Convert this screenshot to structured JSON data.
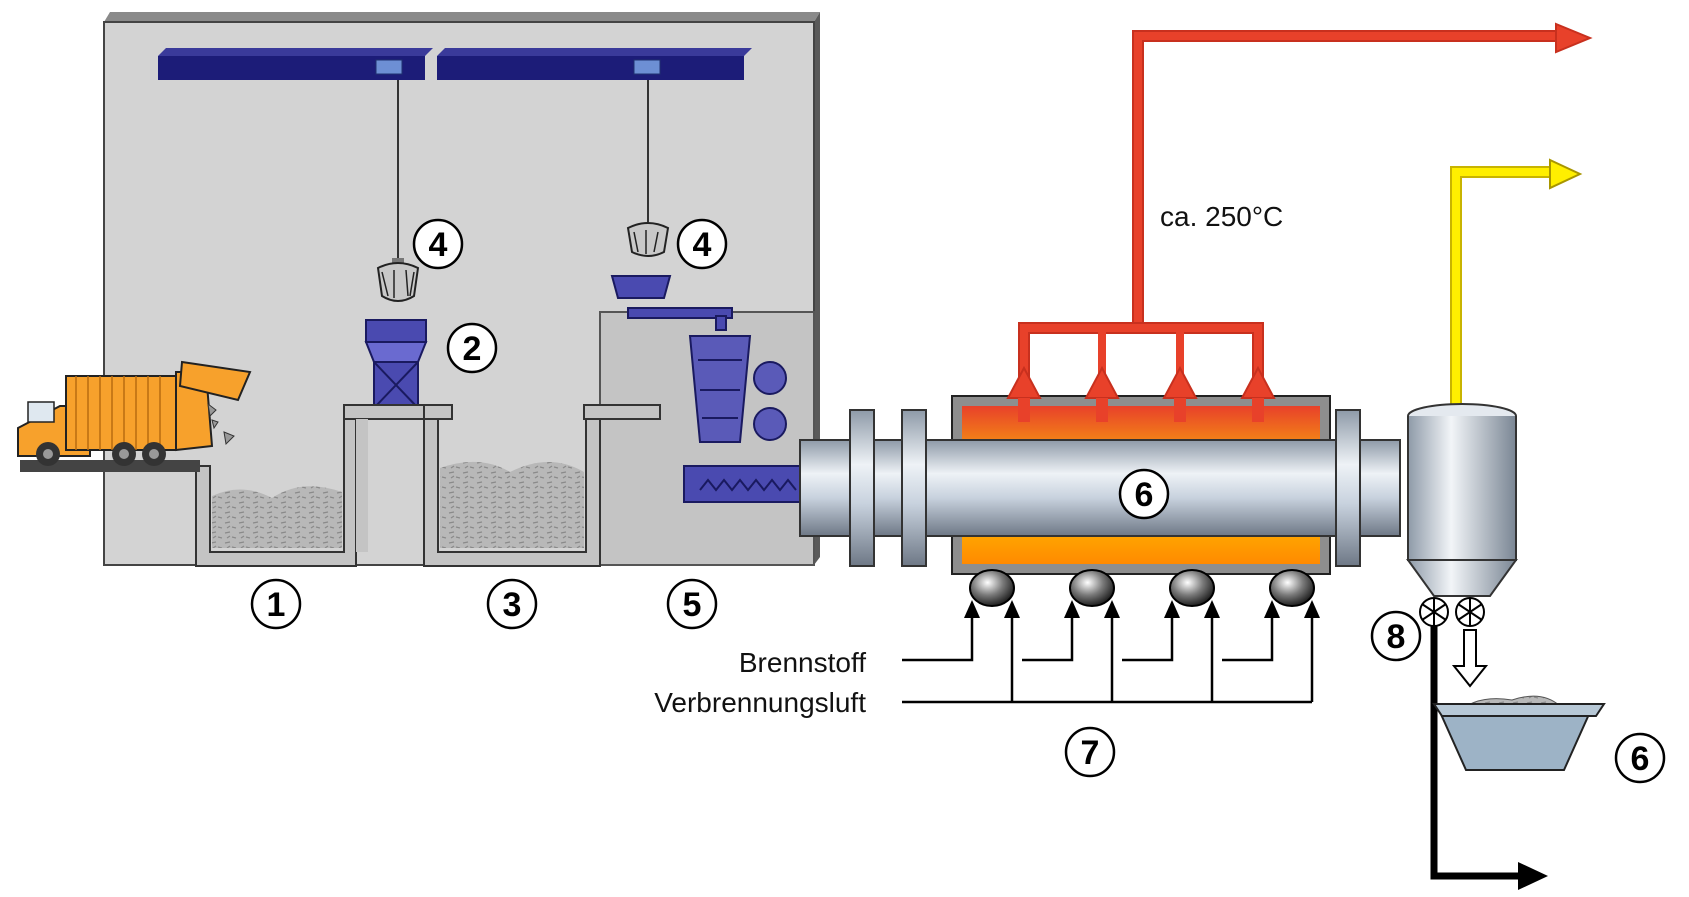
{
  "temperature": "ca. 250°C",
  "fuel_label": "Brennstoff",
  "air_label": "Verbrennungsluft",
  "markers": {
    "crane_left": "4",
    "crane_right": "4",
    "shredder": "2",
    "bunker_receiving": "1",
    "bunker_storage": "3",
    "feeder": "5",
    "drum": "6",
    "burners": "7",
    "discharge": "8",
    "ash_container": "6"
  },
  "colors": {
    "hall_wall": "#d3d3d3",
    "crane_rail": "#1c1c78",
    "exhaust_hot": "#e8412a",
    "exhaust_clean": "#ffef00",
    "truck": "#f7a12c",
    "drum_steel": "#c8d2de",
    "flame": "#ff9a00",
    "equipment_blue": "#5a5ab8"
  }
}
